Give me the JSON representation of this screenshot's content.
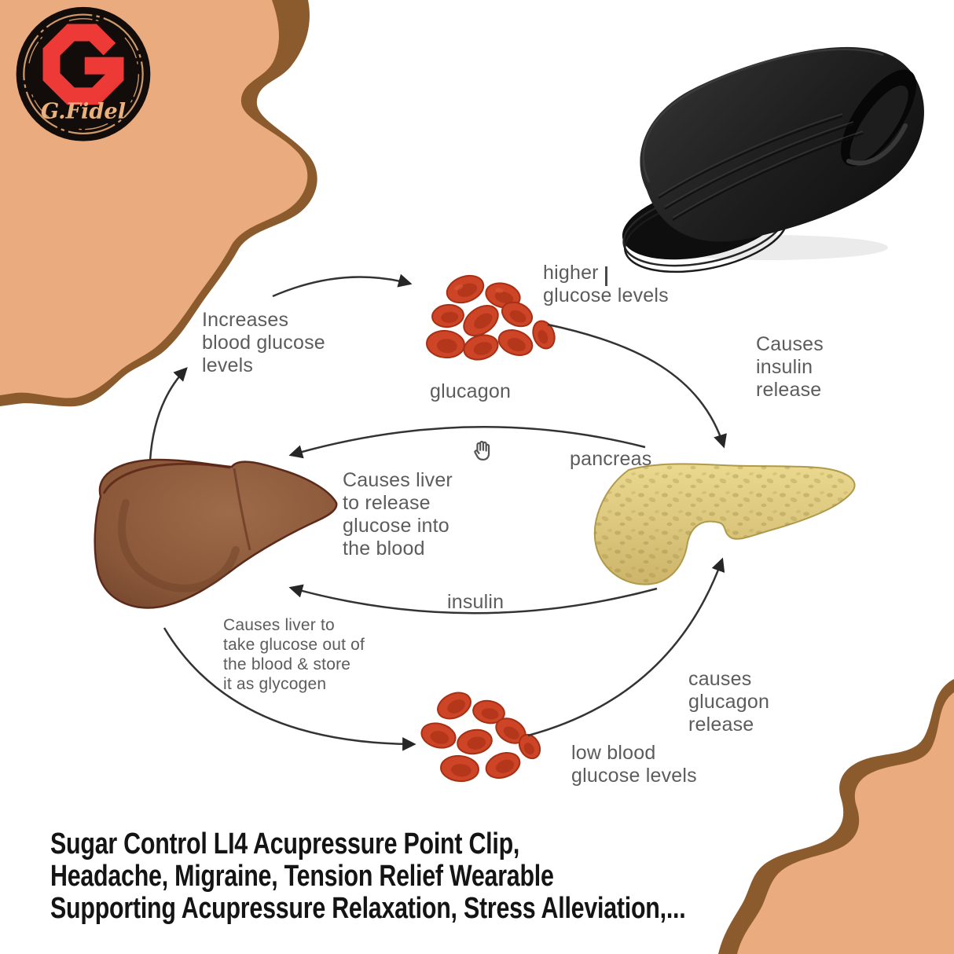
{
  "brand": {
    "name": "G.Fidel",
    "monogram": "G"
  },
  "colors": {
    "corner_tan": "#EAAB7E",
    "corner_brown": "#8B5B2D",
    "label_gray": "#5C5C5C",
    "title_color": "#141414",
    "arrow_color": "#333333",
    "cell_red": "#CD4526",
    "liver_brown": "#8A5A3E",
    "pancreas_yellow": "#E0CD80",
    "clip_black": "#1C1C1C",
    "logo_red": "#D22027",
    "logo_text_tan": "#EAB07E"
  },
  "diagram": {
    "labels": {
      "increases": "Increases\nblood glucose\nlevels",
      "higher_glucose": "higher\nglucose levels",
      "glucagon": "glucagon",
      "causes_insulin": "Causes\ninsulin\nrelease",
      "pancreas": "pancreas",
      "causes_liver_release": "Causes liver\nto release\nglucose into\nthe blood",
      "insulin": "insulin",
      "causes_liver_take": "Causes liver to\ntake glucose out of\nthe blood & store\nit as glycogen",
      "causes_glucagon": "causes\nglucagon\nrelease",
      "low_blood": "low blood\nglucose levels"
    },
    "icons": {
      "hand": "grab-hand"
    }
  },
  "title": "Sugar Control LI4 Acupressure Point Clip,\nHeadache, Migraine, Tension Relief Wearable\nSupporting Acupressure Relaxation, Stress Alleviation,..."
}
